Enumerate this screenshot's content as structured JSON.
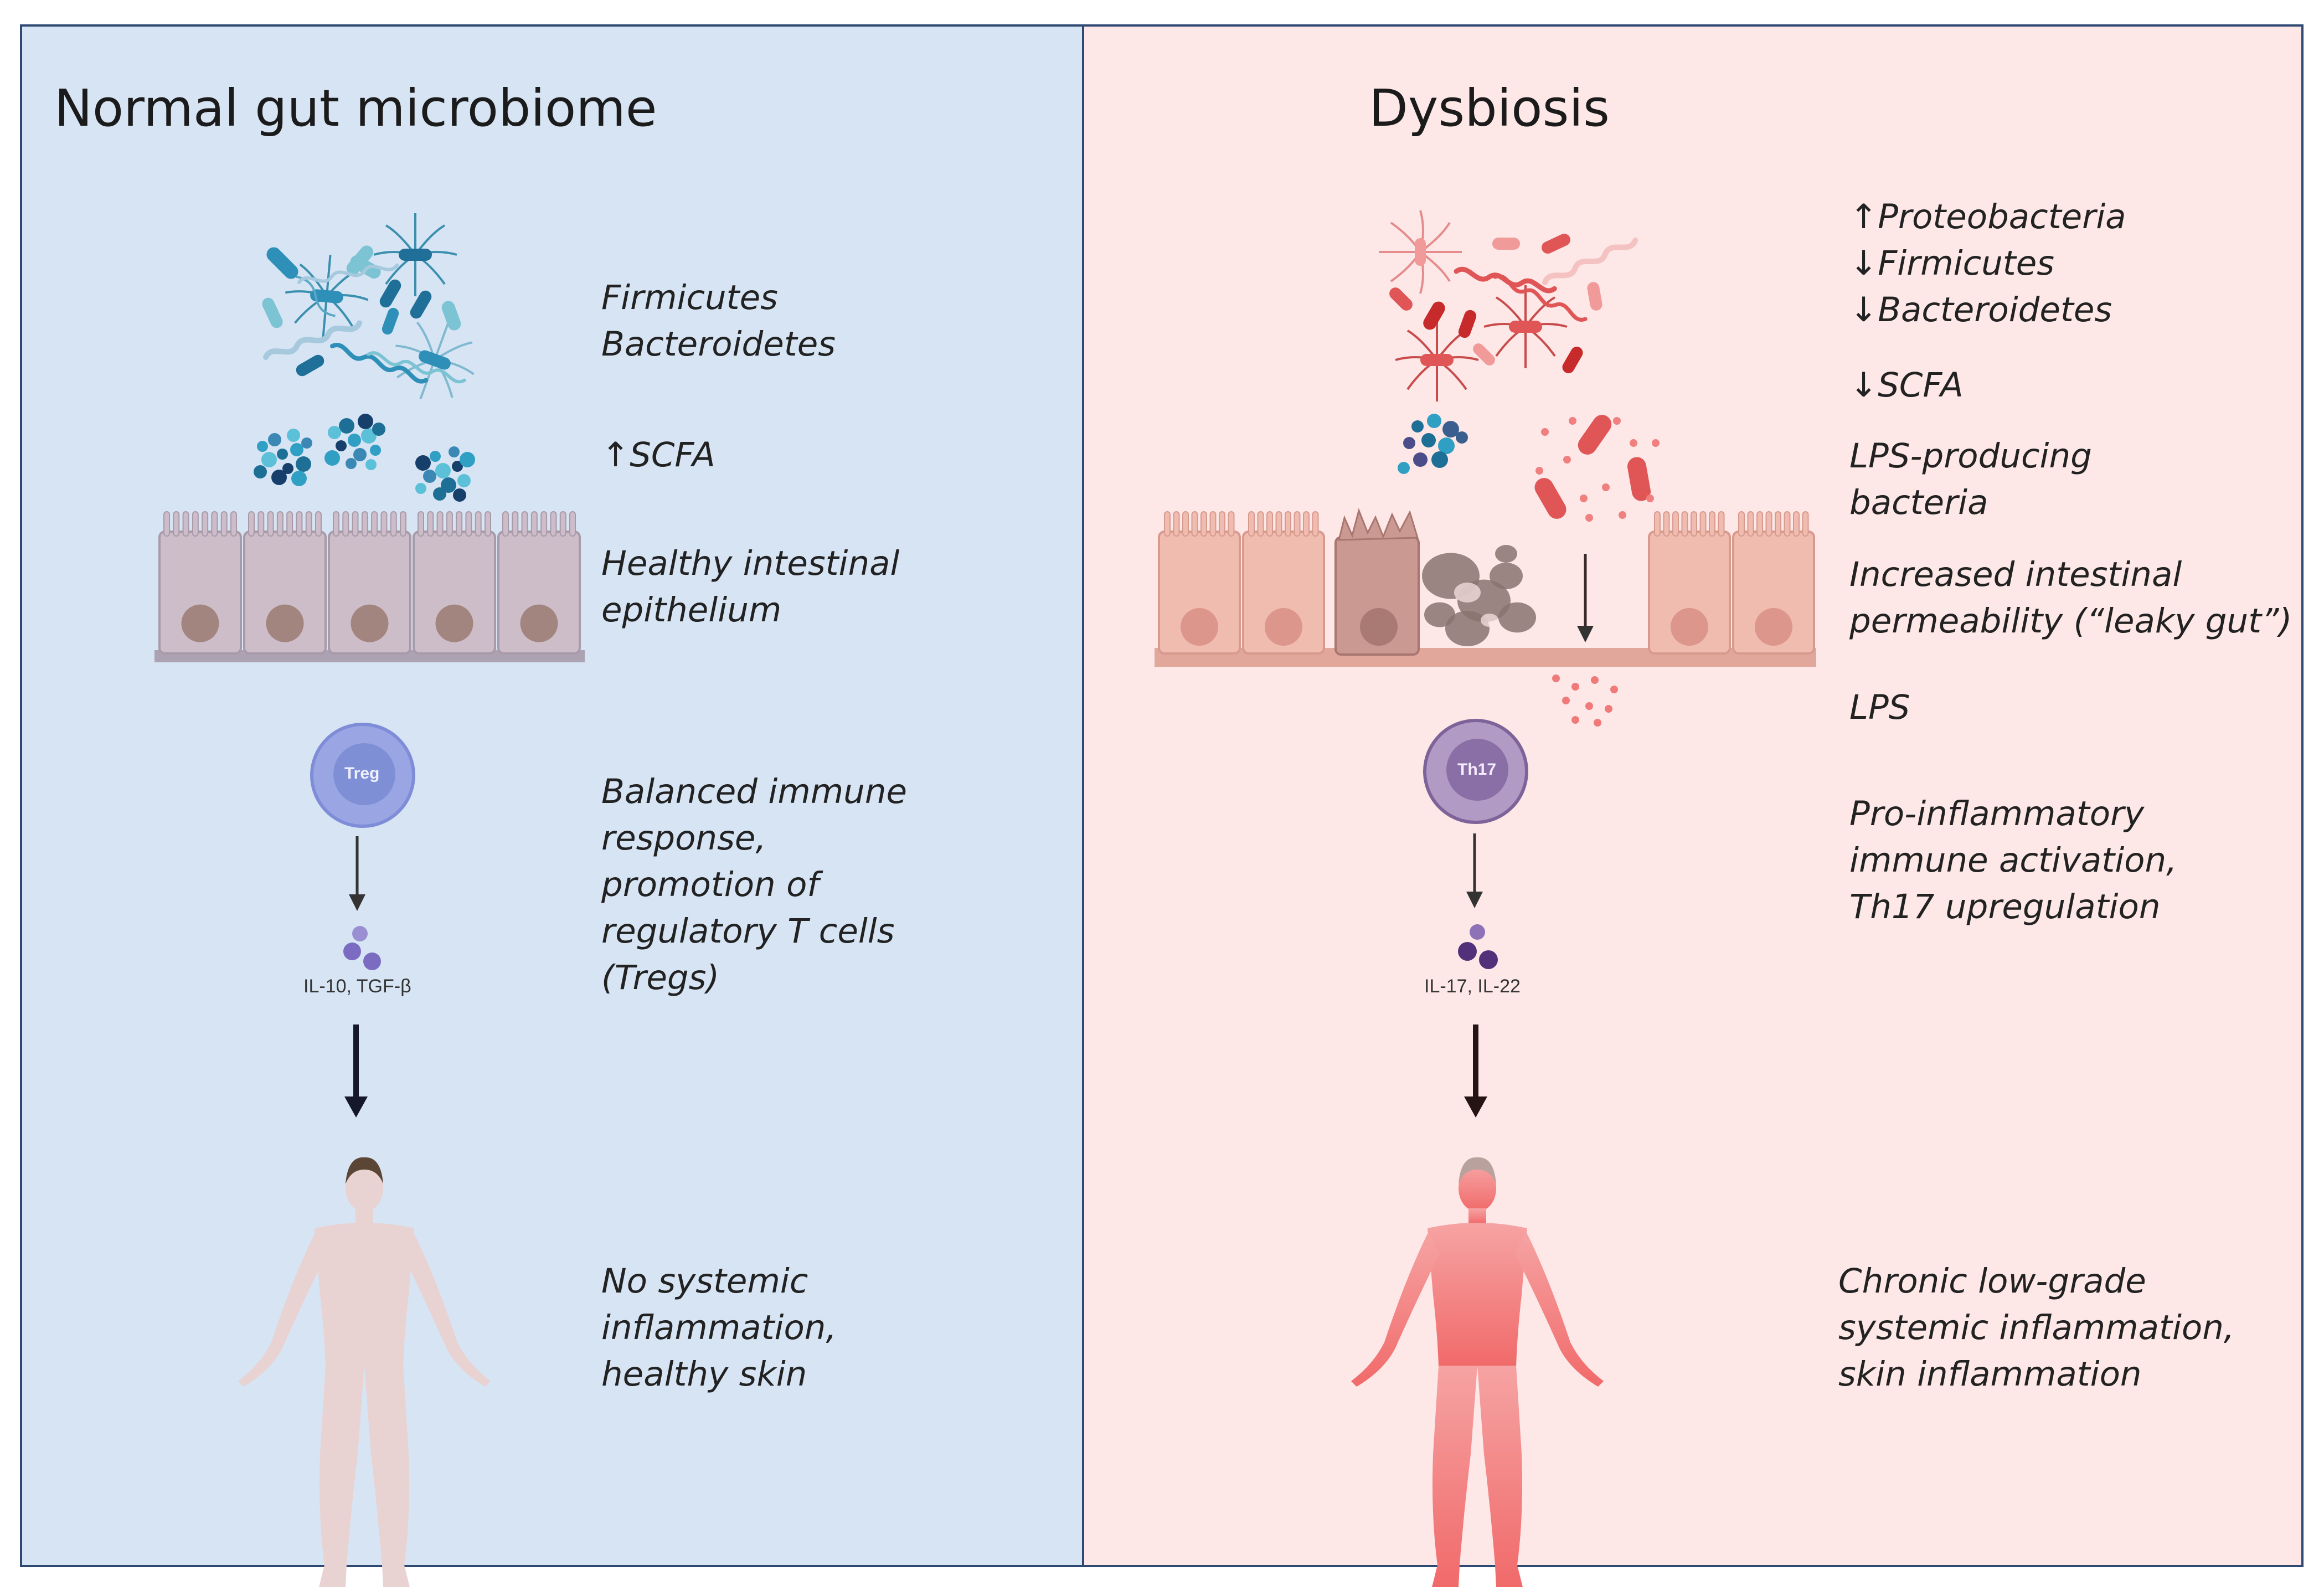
{
  "panels": {
    "left": {
      "title": "Normal gut microbiome",
      "labels": {
        "bacteria": "Firmicutes\nBacteroidetes",
        "scfa": "↑SCFA",
        "epithelium": "Healthy intestinal\nepithelium",
        "immune": "Balanced immune\nresponse,\npromotion of\nregulatory T cells\n(Tregs)",
        "outcome": "No systemic\ninflammation,\nhealthy skin"
      },
      "cell_label": "Treg",
      "cytokines": "IL-10, TGF-β"
    },
    "right": {
      "title": "Dysbiosis",
      "labels": {
        "bacteria": "↑Proteobacteria\n↓Firmicutes\n↓Bacteroidetes",
        "scfa": "↓SCFA",
        "lps_bacteria": "LPS-producing\nbacteria",
        "permeability": "Increased intestinal\npermeability (“leaky gut”)",
        "lps": "LPS",
        "immune": "Pro-inflammatory\nimmune activation,\nTh17 upregulation",
        "outcome": "Chronic low-grade\nsystemic inflammation,\nskin inflammation"
      },
      "cell_label": "Th17",
      "cytokines": "IL-17, IL-22"
    }
  },
  "colors": {
    "left_background": "#d6e4f4",
    "right_background": "#fde7e7",
    "border": "#2e4a73",
    "commensal_bacteria": "#2b7fa8",
    "pathogenic_bacteria": "#d33a3a",
    "treg_cell": "#7e8fd6",
    "th17_cell": "#8a6fa6",
    "cytokine": "#6b5bb0"
  },
  "icons": {
    "left_bacteria": "bacteria-cluster-icon",
    "left_scfa": "scfa-molecules-icon",
    "left_epithelium": "intestinal-epithelium-icon",
    "left_cell": "treg-cell-icon",
    "left_cytokines": "cytokine-molecules-icon",
    "left_person": "healthy-person-icon",
    "right_bacteria": "pathogenic-bacteria-cluster-icon",
    "right_scfa": "scfa-molecules-icon",
    "right_lps_bacteria": "lps-bacteria-icon",
    "right_epithelium": "leaky-epithelium-icon",
    "right_cell": "th17-cell-icon",
    "right_cytokines": "cytokine-molecules-icon",
    "right_person": "inflamed-person-icon"
  }
}
